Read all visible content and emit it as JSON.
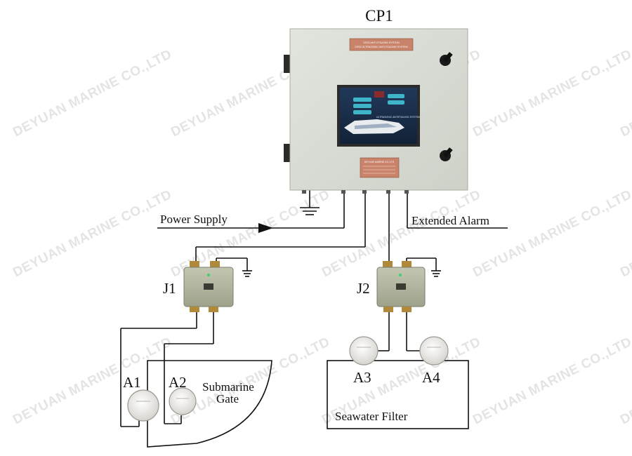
{
  "title": "CP1",
  "panel": {
    "nameplate_lines": [
      "DSS2 ANTI-FOULING SYSTEM",
      "DSS2 ULTRASONIC ANTI-FOULING SYSTEM"
    ],
    "screen_caption": "ULTRASONIC ANTIFOULING SYSTEM",
    "info_plate": "DEYUAN MARINE CO.,LTD"
  },
  "labels": {
    "power_supply": "Power Supply",
    "extended_alarm": "Extended Alarm",
    "j1": "J1",
    "j2": "J2",
    "a1": "A1",
    "a2": "A2",
    "a3": "A3",
    "a4": "A4",
    "submarine_gate_line1": "Submarine",
    "submarine_gate_line2": "Gate",
    "seawater_filter": "Seawater Filter"
  },
  "watermark": "DEYUAN MARINE CO.,LTD",
  "colors": {
    "cabinet": "#d7dbd3",
    "junction_box": "#b2b6a0",
    "nameplate": "#c9836a",
    "screen_blue": "#1d3352",
    "line": "#111111",
    "watermark": "#e4e4e4"
  }
}
